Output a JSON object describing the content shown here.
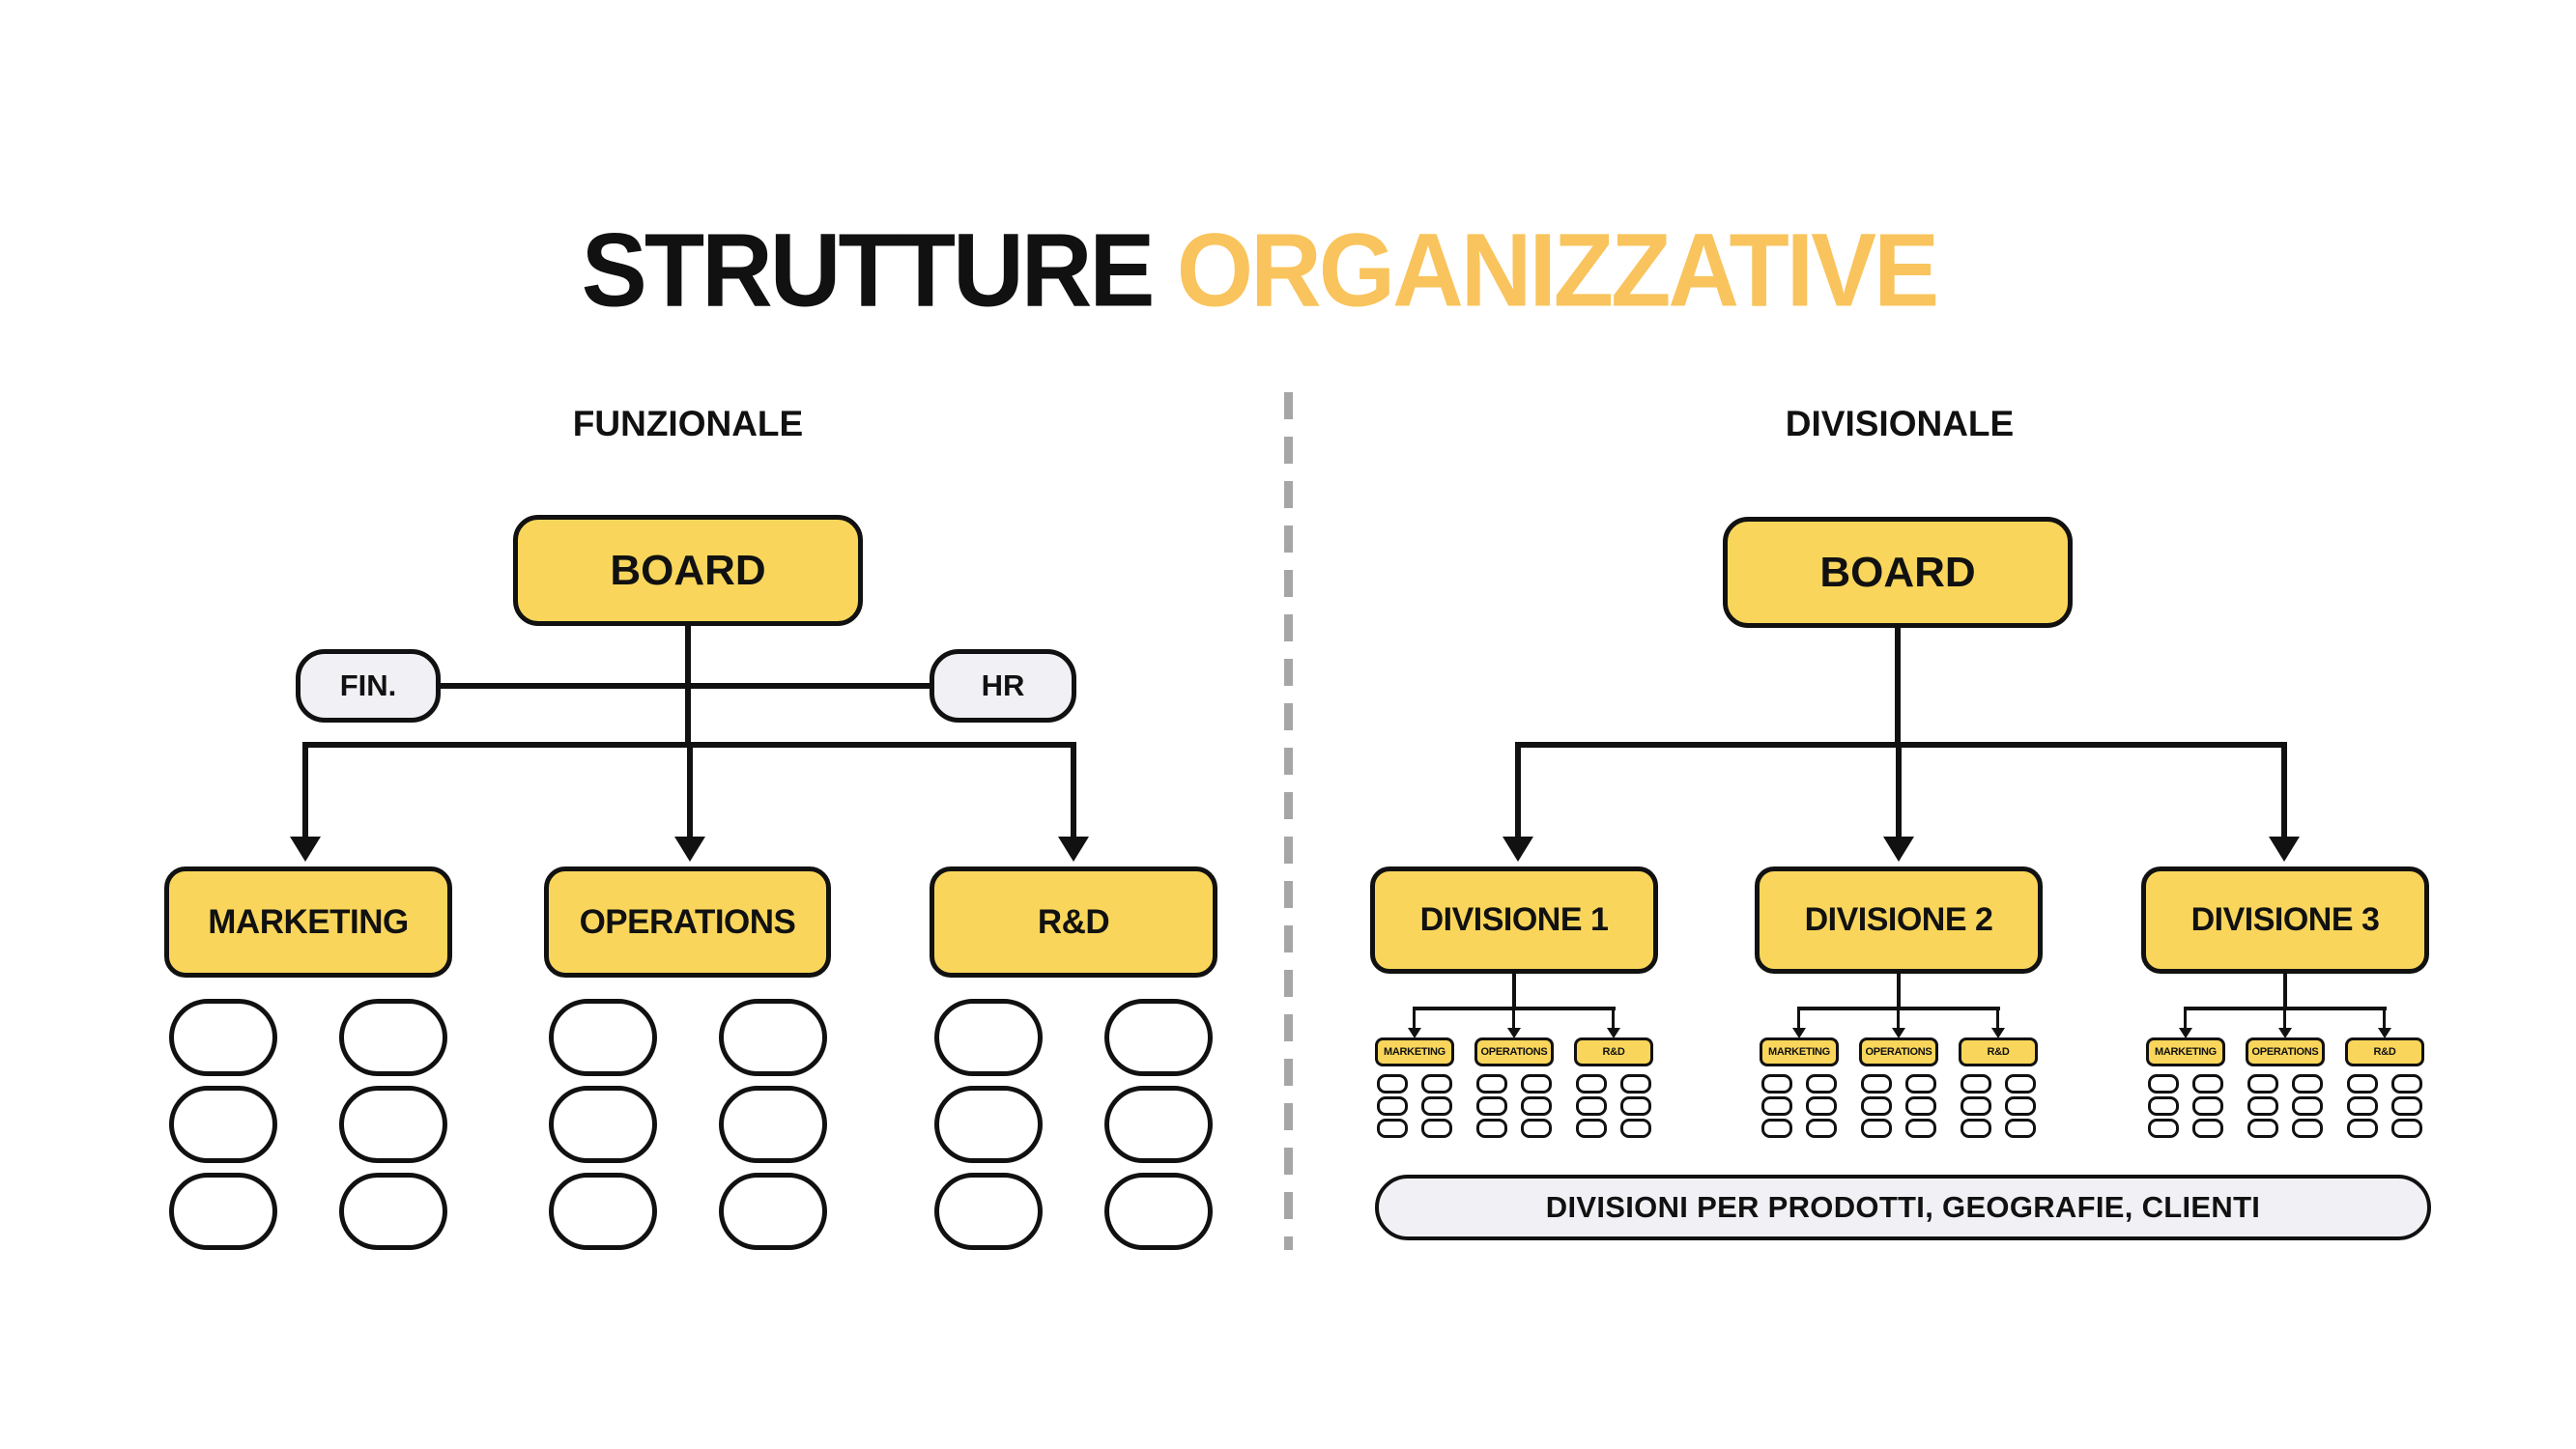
{
  "title": {
    "part_black": "STRUTTURE",
    "part_yellow": "ORGANIZZATIVE"
  },
  "palette": {
    "yellow_fill": "#F9D65B",
    "yellow_title": "#F9C45D",
    "gray_fill": "#F0F0F5",
    "ink": "#111111",
    "divider": "#A6A6A6",
    "background": "#FFFFFF"
  },
  "functional": {
    "heading": "FUNZIONALE",
    "board_label": "BOARD",
    "staff_units": [
      {
        "label": "FIN."
      },
      {
        "label": "HR"
      }
    ],
    "departments": [
      {
        "label": "MARKETING"
      },
      {
        "label": "OPERATIONS"
      },
      {
        "label": "R&D"
      }
    ],
    "vacant_slots_per_department": 6
  },
  "divisional": {
    "heading": "DIVISIONALE",
    "board_label": "BOARD",
    "divisions": [
      {
        "label": "DIVISIONE 1",
        "sub_units": [
          {
            "label": "MARKETING"
          },
          {
            "label": "OPERATIONS"
          },
          {
            "label": "R&D"
          }
        ]
      },
      {
        "label": "DIVISIONE 2",
        "sub_units": [
          {
            "label": "MARKETING"
          },
          {
            "label": "OPERATIONS"
          },
          {
            "label": "R&D"
          }
        ]
      },
      {
        "label": "DIVISIONE 3",
        "sub_units": [
          {
            "label": "MARKETING"
          },
          {
            "label": "OPERATIONS"
          },
          {
            "label": "R&D"
          }
        ]
      }
    ],
    "vacant_slots_per_sub_unit": 6,
    "caption": "DIVISIONI PER PRODOTTI, GEOGRAFIE, CLIENTI"
  }
}
